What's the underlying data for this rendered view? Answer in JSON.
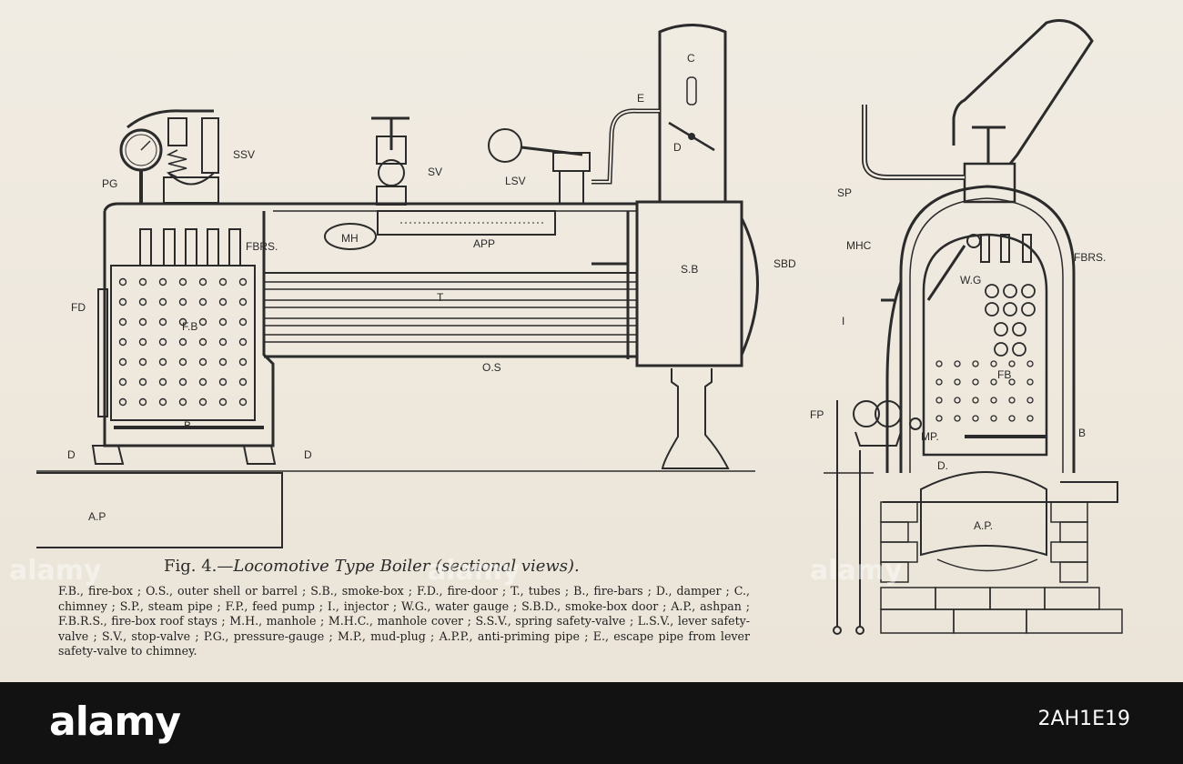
{
  "figure": {
    "caption_fig": "Fig. 4.",
    "caption_dash": "—",
    "caption_title": "Locomotive Type Boiler",
    "caption_sub": "(sectional views).",
    "key_text": "F.B., fire-box ; O.S., outer shell or barrel ; S.B., smoke-box ; F.D., fire-door ; T., tubes ; B., fire-bars ; D., damper ; C., chimney ; S.P., steam pipe ; F.P., feed pump ; I., injector ; W.G., water gauge ; S.B.D., smoke-box door ; A.P., ashpan ; F.B.R.S., fire-box roof stays ; M.H., manhole ; M.H.C., manhole cover ; S.S.V., spring safety-valve ; L.S.V., lever safety-valve ; S.V., stop-valve ; P.G., pressure-gauge ; M.P., mud-plug ; A.P.P., anti-priming pipe ; E., escape pipe from lever safety-valve to chimney."
  },
  "side_labels": {
    "ssv": "SSV",
    "pg": "PG",
    "sv": "SV",
    "lsv": "LSV",
    "e": "E",
    "c": "C",
    "d_chimney": "D",
    "fbrs": "FBRS.",
    "mh": "MH",
    "app": "APP",
    "sb": "S.B",
    "sbd": "SBD",
    "t": "T",
    "fd": "FD",
    "fb": "F.B",
    "os": "O.S",
    "b": "B",
    "d_left": "D",
    "d_right": "D",
    "ap": "A.P"
  },
  "end_labels": {
    "sp": "SP",
    "mhc": "MHC",
    "wg": "W.G",
    "fbrs": "FBRS.",
    "i": "I",
    "fb": "FB",
    "fp": "FP",
    "mp": "MP.",
    "b": "B",
    "d": "D.",
    "ap": "A.P."
  },
  "branding": {
    "logo": "alamy",
    "image_id": "2AH1E19",
    "watermark": "alamy"
  }
}
